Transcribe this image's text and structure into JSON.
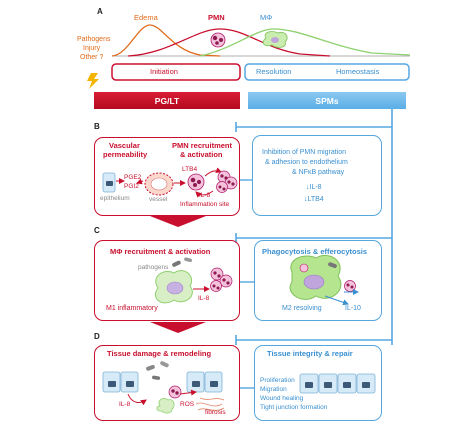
{
  "panels": {
    "a": "A",
    "b": "B",
    "c": "C",
    "d": "D"
  },
  "panel_a": {
    "curve_labels": {
      "edema": "Edema",
      "pmn": "PMN",
      "macrophage": "MΦ"
    },
    "triggers": {
      "line1": "Pathogens",
      "line2": "Injury",
      "line3": "Other ?"
    },
    "phases": {
      "initiation": "Initiation",
      "resolution": "Resolution",
      "homeostasis": "Homeostasis"
    },
    "bars": {
      "pg_lt": "PG/LT",
      "spms": "SPMs"
    }
  },
  "panel_b": {
    "left": {
      "vascular_line1": "Vascular",
      "vascular_line2": "permeability",
      "pmn_line1": "PMN recruitment",
      "pmn_line2": "& activation",
      "pge2": "PGE2",
      "pgi2": "PGI2",
      "epithelium": "epithelium",
      "vessel": "vessel",
      "ltb4": "LTB4",
      "il8": "IL-8",
      "site": "Inflammation site"
    },
    "right": {
      "line1": "Inhibition of PMN migration",
      "line2": "& adhesion to endothelium",
      "line3": "& NFκB pathway",
      "il8": "↓IL-8",
      "ltb4": "↓LTB4"
    }
  },
  "panel_c": {
    "left": {
      "title": "MΦ recruitment & activation",
      "pathogens": "pathogens",
      "il8": "IL-8",
      "m1": "M1 inflammatory"
    },
    "right": {
      "title": "Phagocytosis & efferocytosis",
      "m2": "M2 resolving",
      "il10": "IL-10"
    }
  },
  "panel_d": {
    "left": {
      "title": "Tissue damage & remodeling",
      "il8": "IL-8",
      "ros": "ROS",
      "fibrosis": "fibrosis"
    },
    "right": {
      "title": "Tissue integrity & repair",
      "items": [
        "Proliferation",
        "Migration",
        "Wound healing",
        "Tight junction formation"
      ]
    }
  },
  "colors": {
    "red": "#c8102e",
    "blue": "#3a8fd0",
    "light_blue": "#56a7e0",
    "orange": "#e06a18",
    "magenta": "#b0186a",
    "green": "#8ed16f"
  }
}
